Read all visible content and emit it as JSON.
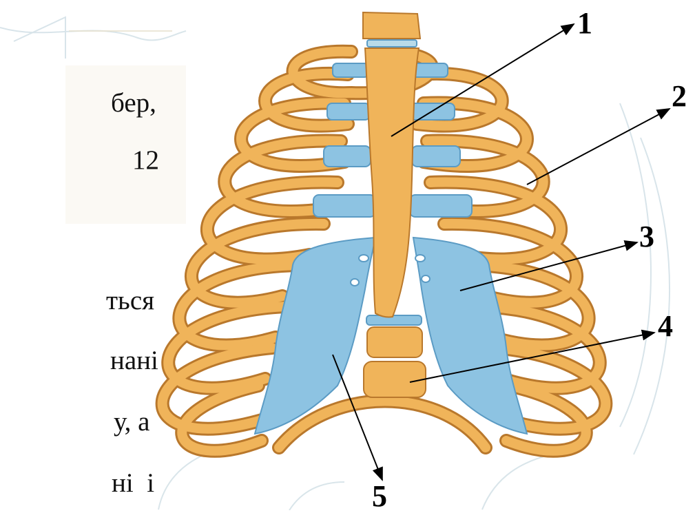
{
  "text_fragments": [
    "бер,",
    "12",
    "ться",
    "нані",
    "у, а",
    "ні  і"
  ],
  "callouts": [
    "1",
    "2",
    "3",
    "4",
    "5"
  ],
  "colors": {
    "bone": "#f0b45a",
    "bone_outline": "#b9782c",
    "cartilage": "#8dc3e2",
    "cartilage_outline": "#5b9bc4",
    "arrow": "#000000"
  }
}
